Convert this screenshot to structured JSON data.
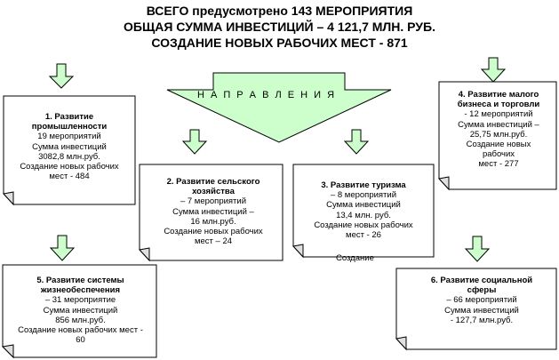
{
  "header": {
    "line1": "ВСЕГО предусмотрено 143 МЕРОПРИЯТИЯ",
    "line2": "ОБЩАЯ СУММА ИНВЕСТИЦИЙ – 4 121,7 МЛН. РУБ.",
    "line3": "СОЗДАНИЕ НОВЫХ РАБОЧИХ МЕСТ - 871"
  },
  "banner": {
    "label": "Н А П Р А В Л Е Н И Я"
  },
  "colors": {
    "arrow_fill": "#ccffcc",
    "arrow_stroke": "#000000",
    "box_fill": "#ffffff",
    "fold_fill": "#e0e0e0"
  },
  "boxes": [
    {
      "title": "1. Развитие промышленности",
      "lines": [
        "19  мероприятий",
        "Сумма инвестиций",
        "3082,8 млн.руб.",
        "Создание новых рабочих",
        "мест - 484"
      ]
    },
    {
      "title": "2. Развитие сельского хозяйства",
      "lines": [
        "– 7  мероприятий",
        "Сумма инвестиций –",
        "16 млн.руб.",
        "Создание новых рабочих",
        "мест – 24"
      ]
    },
    {
      "title": "3. Развитие туризма",
      "lines": [
        "– 8 мероприятий",
        "Сумма инвестиций",
        "13,4 млн. руб.",
        "Создание  новых рабочих",
        "мест - 26"
      ]
    },
    {
      "title": "4. Развитие малого бизнеса и торговли",
      "lines": [
        "- 12 мероприятий",
        "Сумма инвестиций –",
        "25,75 млн.руб.",
        "Создание новых",
        "рабочих",
        "мест - 277"
      ]
    },
    {
      "title": "5. Развитие системы жизнеобеспечения",
      "lines": [
        "– 31 мероприятие",
        "Сумма инвестиций",
        "856 млн.руб.",
        "Создание новых рабочих мест -",
        "60"
      ]
    },
    {
      "title": "6. Развитие социальной сферы",
      "lines": [
        "– 66 мероприятий",
        "Сумма инвестиций",
        "- 127,7 млн.руб."
      ]
    }
  ],
  "stray_text": "Создание"
}
